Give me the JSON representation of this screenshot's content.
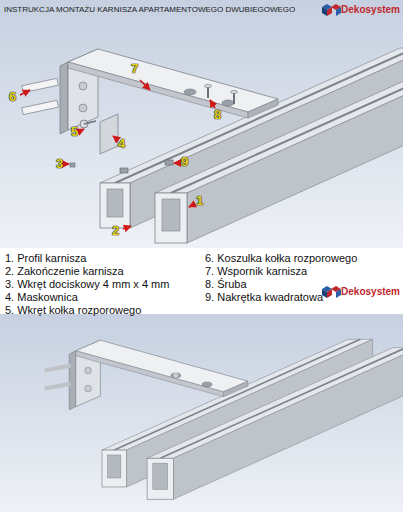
{
  "diagram": {
    "title": "INSTRUKCJA MONTAŻU KARNISZA APARTAMENTOWEGO DWUBIEGOWEGO",
    "labels": [
      "Dekosystem",
      "7",
      "8",
      "6",
      "5",
      "4",
      "9",
      "3",
      "1",
      "2",
      "1. Profil karnisza",
      "2. Zakończenie karnisza",
      "3. Wkręt dociskowy 4 mm x 4 mm",
      "4. Maskownica",
      "5. Wkręt kołka rozporowego",
      "6. Koszulka kołka rozporowego",
      "7. Wspornik karnisza",
      "8. Śruba",
      "9. Nakrętka kwadratowa",
      "Dekosystem"
    ]
  }
}
